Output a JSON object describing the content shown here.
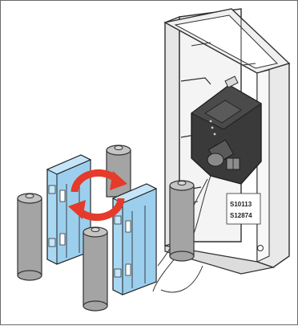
{
  "illustration": {
    "subject": "battery-replacement-diagram",
    "labels": {
      "code_1": "S10113",
      "code_2": "S12874"
    },
    "colors": {
      "housing": "#f2f2f2",
      "housing_outline": "#2f2f2f",
      "module": "#3a3a3a",
      "battery_holder": "#a9d8f2",
      "battery": "#a4a4a4",
      "swap_arrow": "#e63a2a"
    },
    "icons": [
      "rotate-arrows-icon"
    ]
  }
}
